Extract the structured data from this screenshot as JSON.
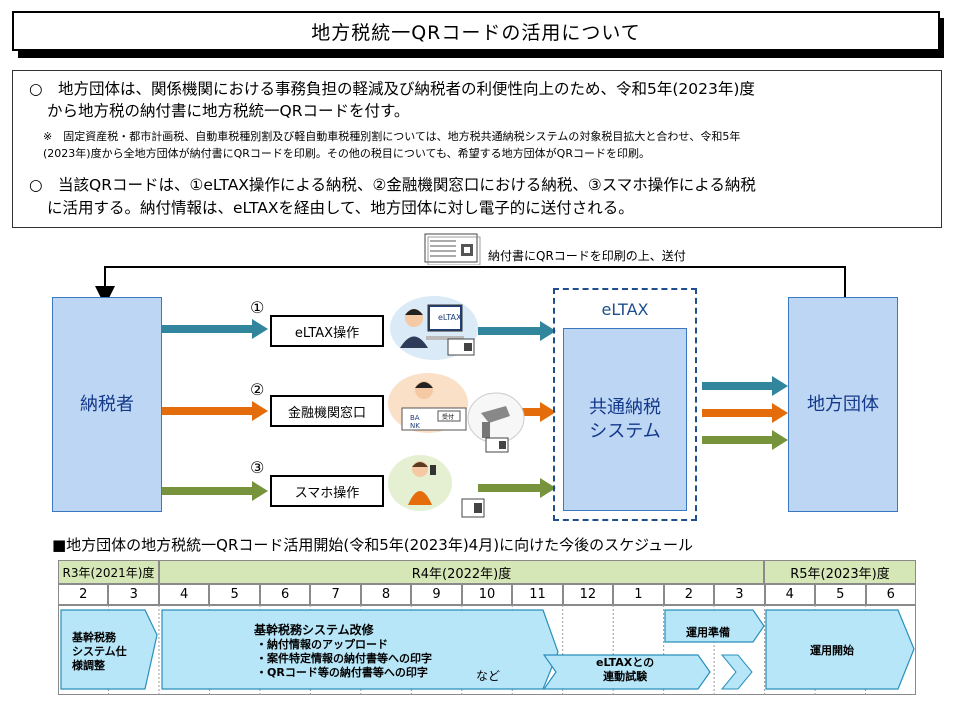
{
  "title": "地方税統一QRコードの活用について",
  "intro": {
    "p1_line1": "○　地方団体は、関係機関における事務負担の軽減及び納税者の利便性向上のため、令和5年(2023年)度",
    "p1_line2": "から地方税の納付書に地方税統一QRコードを付す。",
    "note_line1": "※　固定資産税・都市計画税、自動車税種別割及び軽自動車税種別割については、地方税共通納税システムの対象税目拡大と合わせ、令和5年",
    "note_line2": "(2023年)度から全地方団体が納付書にQRコードを印刷。その他の税目についても、希望する地方団体がQRコードを印刷。",
    "p2_line1": "○　当該QRコードは、①eLTAX操作による納税、②金融機関窓口における納税、③スマホ操作による納税",
    "p2_line2": "に活用する。納付情報は、eLTAXを経由して、地方団体に対し電子的に送付される。"
  },
  "flow": {
    "top_note": "納付書にQRコードを印刷の上、送付",
    "taxpayer": "納税者",
    "methods": [
      {
        "num": "①",
        "label": "eLTAX操作"
      },
      {
        "num": "②",
        "label": "金融機関窓口"
      },
      {
        "num": "③",
        "label": "スマホ操作"
      }
    ],
    "eltax_label": "eLTAX",
    "common_system_line1": "共通納税",
    "common_system_line2": "システム",
    "local_gov": "地方団体",
    "monitor_text": "eLTAX",
    "bank_counter_sign": "受付",
    "bank_text_1": "BA",
    "bank_text_2": "NK"
  },
  "schedule": {
    "title": "■地方団体の地方税統一QRコード活用開始(令和5年(2023年)4月)に向けた今後のスケジュール",
    "years": [
      "R3年(2021年)度",
      "R4年(2022年)度",
      "R5年(2023年)度"
    ],
    "months": [
      "2",
      "3",
      "4",
      "5",
      "6",
      "7",
      "8",
      "9",
      "10",
      "11",
      "12",
      "1",
      "2",
      "3",
      "4",
      "5",
      "6"
    ],
    "tasks": {
      "t1_line1": "基幹税務",
      "t1_line2": "システム仕",
      "t1_line3": "様調整",
      "t2_title": "基幹税務システム改修",
      "t2_item1": "・納付情報のアップロード",
      "t2_item2": "・案件特定情報の納付書等への印字",
      "t2_item3": "・QRコード等の納付書等への印字",
      "t2_etc": "など",
      "t3_line1": "eLTAXとの",
      "t3_line2": "連動試験",
      "t4": "運用準備",
      "t5": "運用開始"
    }
  },
  "colors": {
    "box_fill": "#bcd6f3",
    "box_border": "#3b78c4",
    "box_text": "#14388a",
    "arrow_teal": "#31859c",
    "arrow_orange": "#e46c0a",
    "arrow_green": "#77933c",
    "header_green": "#d5e6b7",
    "task_fill": "#b7e6f8",
    "task_border": "#2a8fbd"
  }
}
